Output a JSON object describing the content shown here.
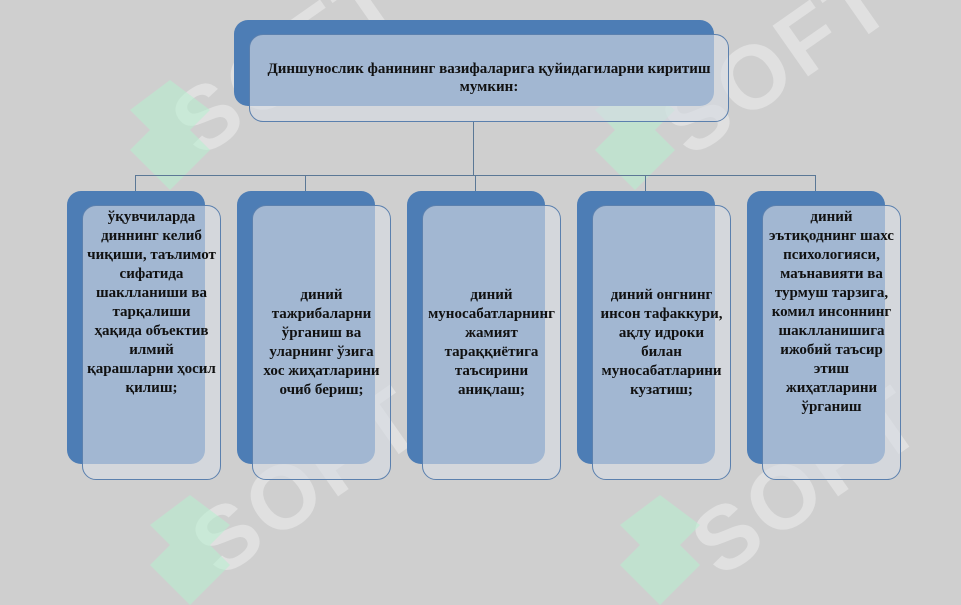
{
  "header": {
    "title": "Диншунослик фанининг вазифаларига қуйидагиларни киритиш мумкин:"
  },
  "items": [
    {
      "text": "ўқувчиларда диннинг келиб чиқиши, таълимот сифатида шаклланиши ва тарқалиши ҳақида объектив илмий қарашларни ҳосил қилиш;"
    },
    {
      "text": "диний тажрибаларни ўрганиш ва уларнинг ўзига хос жиҳатларини очиб бериш;"
    },
    {
      "text": "диний муносабатларнинг жамият тараққиётига таъсирини аниқлаш;"
    },
    {
      "text": "диний онгнинг инсон тафаккури, ақлу идроки билан муносабатларини кузатиш;"
    },
    {
      "text": "диний эътиқоднинг шахс психологияси, маънавияти ва турмуш тарзига, комил инсоннинг шаклланишига ижобий таъсир этиш жиҳатларини ўрганиш"
    }
  ],
  "watermark": {
    "text": "SOFT",
    "color": "#ffffff",
    "logo_color": "#b6f0cf"
  },
  "colors": {
    "accent": "#4d7db5",
    "connector": "#5b7896",
    "background": "#cfcfcf"
  }
}
